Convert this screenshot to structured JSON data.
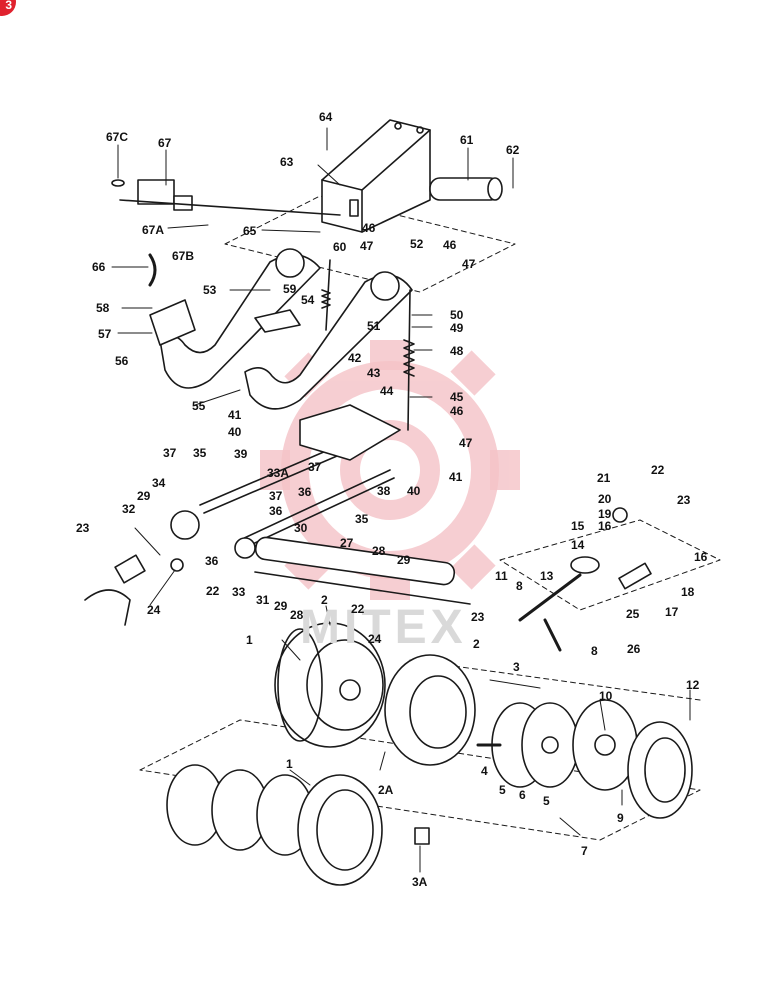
{
  "corner_badge": "3",
  "watermark": "MITEX",
  "colors": {
    "line": "#1a1a1a",
    "accent": "#e0222e",
    "gear": "#f7cfd2"
  },
  "callouts": {
    "c64": "64",
    "c63": "63",
    "c61": "61",
    "c62": "62",
    "c67C": "67C",
    "c67": "67",
    "c67A": "67A",
    "c67B": "67B",
    "c65": "65",
    "c46a": "46",
    "c60": "60",
    "c47a": "47",
    "c52": "52",
    "c46b": "46",
    "c47b": "47",
    "c66": "66",
    "c53": "53",
    "c59": "59",
    "c54": "54",
    "c58": "58",
    "c57": "57",
    "c56": "56",
    "c51": "51",
    "c50": "50",
    "c49": "49",
    "c48": "48",
    "c42": "42",
    "c43": "43",
    "c44": "44",
    "c55": "55",
    "c45": "45",
    "c46c": "46",
    "c41a": "41",
    "c40a": "40",
    "c39": "39",
    "c47c": "47",
    "c37a": "37",
    "c35a": "35",
    "c33A": "33A",
    "c37b": "37",
    "c38": "38",
    "c40b": "40",
    "c41b": "41",
    "c36a": "36",
    "c34": "34",
    "c29a": "29",
    "c37c": "37",
    "c36b": "36",
    "c32": "32",
    "c35b": "35",
    "c23a": "23",
    "c30": "30",
    "c27": "27",
    "c28a": "28",
    "c29b": "29",
    "c36c": "36",
    "c22a": "22",
    "c24a": "24",
    "c33": "33",
    "c31": "31",
    "c29c": "29",
    "c28b": "28",
    "c22b": "22",
    "c2a": "2",
    "c24b": "24",
    "c23b": "23",
    "c11": "11",
    "c8a": "8",
    "c13": "13",
    "c25": "25",
    "c26": "26",
    "c8b": "8",
    "c21": "21",
    "c22c": "22",
    "c23c": "23",
    "c20": "20",
    "c19": "19",
    "c16a": "16",
    "c15": "15",
    "c14": "14",
    "c16b": "16",
    "c18": "18",
    "c17": "17",
    "c1a": "1",
    "c2b": "2",
    "c3": "3",
    "c12": "12",
    "c10": "10",
    "c4": "4",
    "c5a": "5",
    "c6": "6",
    "c5b": "5",
    "c2A": "2A",
    "c9": "9",
    "c7": "7",
    "c1b": "1",
    "c3A": "3A"
  }
}
